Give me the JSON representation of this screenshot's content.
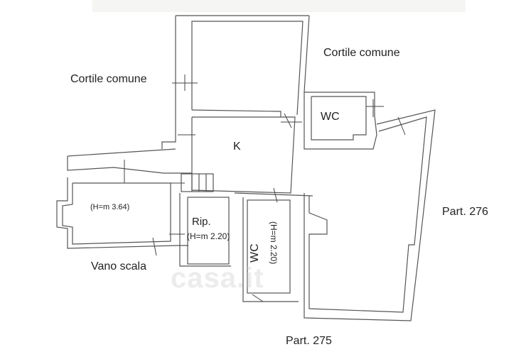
{
  "labels": {
    "cortile_left": "Cortile comune",
    "cortile_right": "Cortile comune",
    "wc_top": "WC",
    "kitchen": "K",
    "height_left": "(H=m 3.64)",
    "rip": "Rip.",
    "rip_height": "(H=m 2.20)",
    "wc_middle": "WC",
    "wc_middle_height": "(H=m 2.20)",
    "vano_scala": "Vano scala",
    "part_276": "Part. 276",
    "part_275": "Part. 275"
  },
  "watermark": "casa.it"
}
